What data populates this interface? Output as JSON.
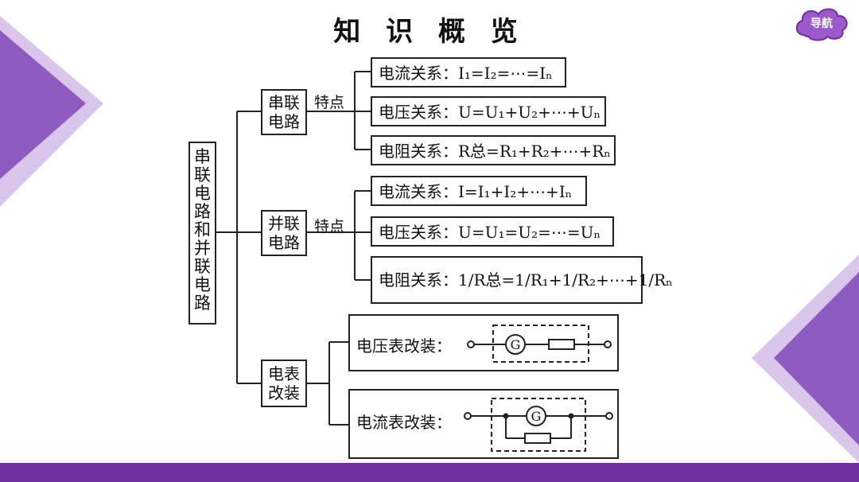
{
  "title": "知 识 概 览",
  "nav_button": "导航",
  "root": "串联电路和并联电路",
  "series": {
    "label": "串联电路",
    "feature": "特点",
    "relations": [
      "电流关系：I₁=I₂=⋯=Iₙ",
      "电压关系：U=U₁+U₂+⋯+Uₙ",
      "电阻关系：R总=R₁+R₂+⋯+Rₙ"
    ]
  },
  "parallel": {
    "label": "并联电路",
    "feature": "特点",
    "relations": [
      "电流关系：I=I₁+I₂+⋯+Iₙ",
      "电压关系：U=U₁=U₂=⋯=Uₙ",
      "电阻关系：1/R总=1/R₁+1/R₂+⋯+1/Rₙ"
    ]
  },
  "meter": {
    "label": "电表改装",
    "voltmeter": "电压表改装：",
    "ammeter": "电流表改装：",
    "galvanometer_symbol": "G"
  },
  "colors": {
    "accent": "#7030a0",
    "light_accent": "#b894d6"
  }
}
